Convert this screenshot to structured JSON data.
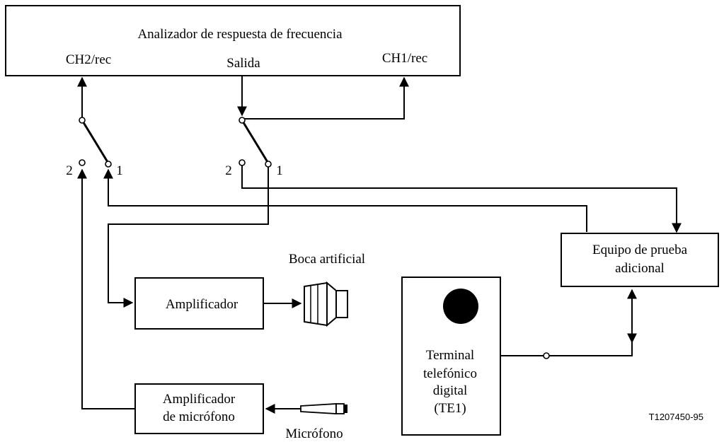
{
  "analyzer": {
    "title": "Analizador de respuesta de frecuencia",
    "port_ch2": "CH2/rec",
    "port_output": "Salida",
    "port_ch1": "CH1/rec"
  },
  "switches": {
    "left_pos2": "2",
    "left_pos1": "1",
    "right_pos2": "2",
    "right_pos1": "1"
  },
  "amplifier": {
    "label": "Amplificador"
  },
  "mouth": {
    "label": "Boca artificial"
  },
  "mic_amplifier": {
    "line1": "Amplificador",
    "line2": "de micrófono"
  },
  "microphone": {
    "label": "Micrófono"
  },
  "extra_equipment": {
    "line1": "Equipo de prueba",
    "line2": "adicional"
  },
  "terminal": {
    "line1": "Terminal",
    "line2": "telefónico",
    "line3": "digital",
    "line4": "(TE1)"
  },
  "figure_id": "T1207450-95"
}
